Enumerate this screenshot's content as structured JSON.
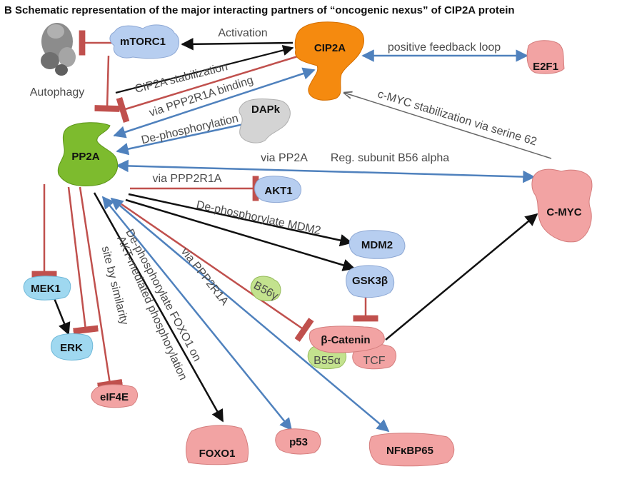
{
  "title": "B  Schematic representation of the major interacting partners of “oncogenic nexus” of CIP2A protein",
  "colors": {
    "activation": "#111111",
    "inhibition": "#c0504d",
    "binding": "#4f81bd",
    "cip2a": "#f58a0f",
    "pp2a": "#7dbb2e",
    "mtorc1": "#b7cef0",
    "target": "#f2a3a3",
    "mek": "#9fd8f0",
    "dapk": "#cfcfcf"
  },
  "nodes": {
    "cip2a": "CIP2A",
    "mtorc1": "mTORC1",
    "autophagy": "Autophagy",
    "e2f1": "E2F1",
    "pp2a": "PP2A",
    "dapk": "DAPk",
    "akt1": "AKT1",
    "cmyc": "C-MYC",
    "mdm2": "MDM2",
    "gsk3b": "GSK3β",
    "b56g": "B56γ",
    "bcatenin": "β-Catenin",
    "b55a": "B55α",
    "tcf": "TCF",
    "mek1": "MEK1",
    "erk": "ERK",
    "eif4e": "eIF4E",
    "foxo1": "FOXO1",
    "p53": "p53",
    "nfkb": "NFκBP65"
  },
  "labels": {
    "activation": "Activation",
    "cip2a_stabilization": "CIP2A stabilization",
    "positive_feedback": "positive feedback loop",
    "ppp2r1a_binding": "via PPP2R1A binding",
    "dephosphorylation": "De-phosphorylation",
    "cmyc_stabilization": "c-MYC stabilization via serine 62",
    "via_pp2a": "via PP2A",
    "reg_subunit": "Reg. subunit B56 alpha",
    "via_ppp2r1a_akt": "via PPP2R1A",
    "dephos_mdm2": "De-phosphorylate MDM2",
    "site_similarity": "site by similarity",
    "akt_mediated": "AKT-mediated phosphorylation",
    "dephos_foxo1": "De-phosphorylate FOXO1 on",
    "via_ppp2r1a_p53": "via PPP2R1A"
  }
}
